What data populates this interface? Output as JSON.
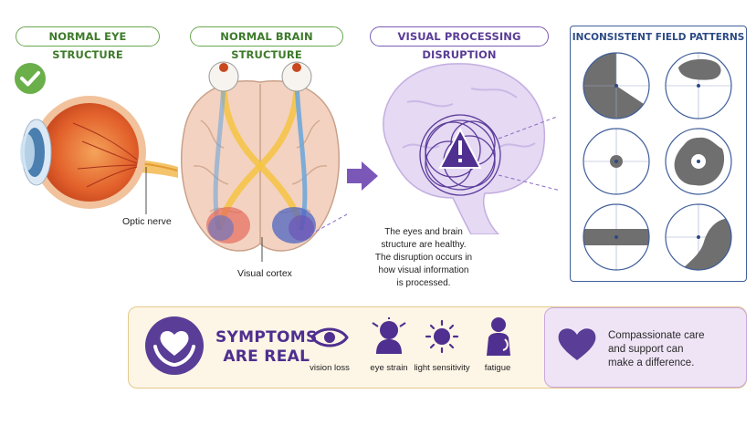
{
  "headers": {
    "eye": "NORMAL EYE STRUCTURE",
    "brain": "NORMAL BRAIN STRUCTURE",
    "disruption": "VISUAL PROCESSING DISRUPTION",
    "fields": "INCONSISTENT FIELD PATTERNS"
  },
  "labels": {
    "optic_nerve": "Optic nerve",
    "visual_cortex": "Visual cortex"
  },
  "note": {
    "line1": "The eyes and brain",
    "line2": "structure are healthy.",
    "line3": "The disruption occurs in",
    "line4": "how visual information",
    "line5": "is processed."
  },
  "symptoms": {
    "title_line1": "SYMPTOMS",
    "title_line2": "ARE REAL",
    "items": [
      {
        "label": "vision loss",
        "icon": "eye-icon"
      },
      {
        "label": "eye strain",
        "icon": "eye-strain-icon"
      },
      {
        "label": "light sensitivity",
        "icon": "sun-icon"
      },
      {
        "label": "fatigue",
        "icon": "fatigue-person-icon"
      }
    ]
  },
  "care": {
    "line1": "Compassionate care",
    "line2": "and support can",
    "line3": "make a difference."
  },
  "colors": {
    "green": "#6aa84f",
    "purple": "#5a3d96",
    "navy": "#2c4a85",
    "field_gray": "#6f6f6f"
  }
}
